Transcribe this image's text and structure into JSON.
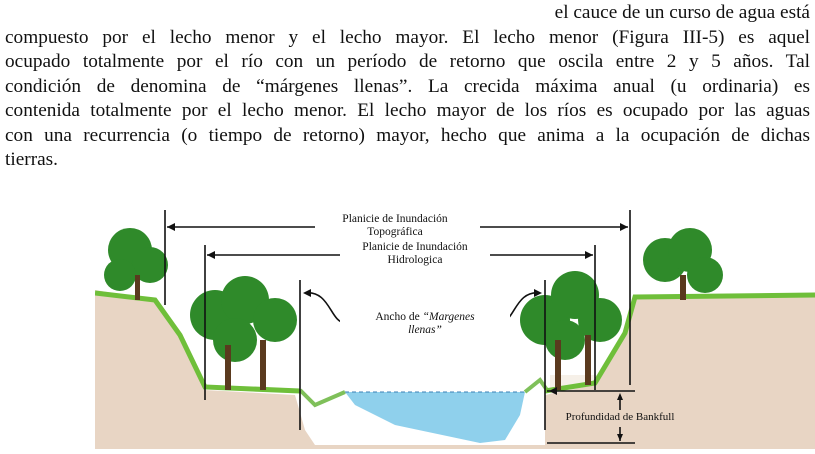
{
  "paragraph": {
    "lines": [
      "el cauce de un curso de agua está",
      "compuesto por el lecho menor y el lecho  mayor. El lecho menor (Figura III-5) es aquel",
      "ocupado totalmente por el río con un período de retorno que oscila entre 2 y 5 años. Tal",
      "condición de denomina de “márgenes llenas”. La crecida máxima anual (u ordinaria) es",
      "contenida totalmente por el lecho menor. El lecho mayor de los ríos es ocupado por las aguas",
      "con una recurrencia (o tiempo de retorno) mayor, hecho que anima a la ocupación de dichas",
      "tierras."
    ]
  },
  "figure": {
    "label_topographic_1": "Planicie de Inundación",
    "label_topographic_2": "Topográfica",
    "label_hydrologic_1": "Planicie de Inundación",
    "label_hydrologic_2": "Hidrologica",
    "label_bankfull_width_1": "Ancho de ",
    "label_bankfull_width_2": "“Margenes",
    "label_bankfull_width_3": "llenas”",
    "label_bankfull_depth": "Profundidad de Bankfull",
    "colors": {
      "ground": "#e8d5c4",
      "water": "#8fd0ec",
      "grass": "#6fbf3a",
      "tree": "#2f8a2a",
      "trunk": "#5a3a1e"
    }
  }
}
